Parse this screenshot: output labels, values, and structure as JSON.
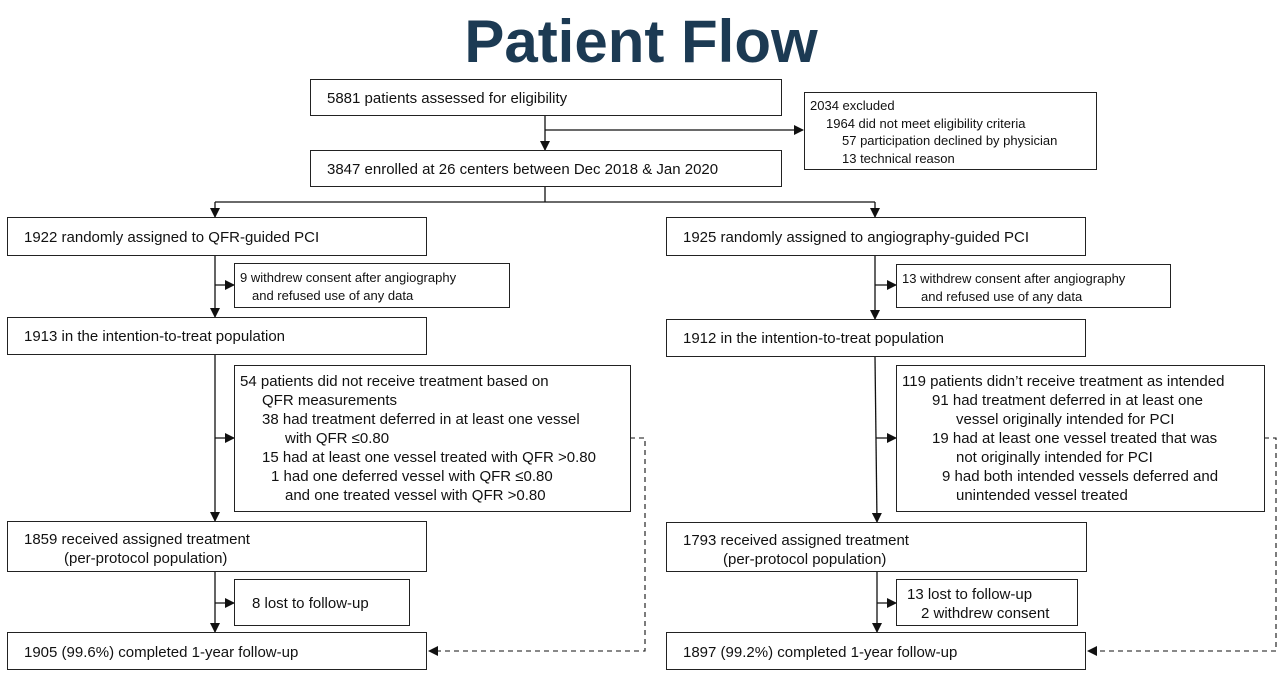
{
  "title": "Patient Flow",
  "colors": {
    "title": "#1c3a53",
    "stroke": "#222222"
  },
  "top": {
    "assessed": "5881 patients assessed for eligibility",
    "excluded": [
      "2034 excluded",
      "1964 did not meet eligibility criteria",
      "57 participation declined by physician",
      "13 technical reason"
    ],
    "enrolled": "3847 enrolled at 26 centers between Dec 2018 & Jan 2020"
  },
  "left": {
    "assigned": "1922 randomly assigned to QFR-guided PCI",
    "withdrew": [
      "9 withdrew consent after angiography",
      "and refused use of any data"
    ],
    "itt": "1913 in the intention-to-treat population",
    "not_received": [
      "54 patients did not receive treatment based on",
      "QFR measurements",
      "38 had treatment deferred in at least one vessel",
      "with QFR ≤0.80",
      "15 had at least one vessel treated with QFR >0.80",
      "1 had one deferred vessel with QFR ≤0.80",
      "and one treated vessel with QFR >0.80"
    ],
    "per_protocol": [
      "1859 received assigned treatment",
      "(per-protocol population)"
    ],
    "lost": [
      "8 lost to follow-up"
    ],
    "completed": "1905 (99.6%) completed 1-year follow-up"
  },
  "right": {
    "assigned": "1925 randomly assigned to angiography-guided PCI",
    "withdrew": [
      "13 withdrew consent after angiography",
      "and refused use of any data"
    ],
    "itt": "1912 in the intention-to-treat population",
    "not_received": [
      "119 patients didn’t receive treatment as intended",
      "91 had treatment deferred in at least one",
      "vessel originally intended for PCI",
      "19 had at least one vessel treated that was",
      "not originally intended for PCI",
      "9 had both intended vessels deferred and",
      "unintended vessel treated"
    ],
    "per_protocol": [
      "1793 received assigned treatment",
      "(per-protocol population)"
    ],
    "lost": [
      "13 lost to follow-up",
      "2 withdrew consent"
    ],
    "completed": "1897 (99.2%) completed 1-year follow-up"
  }
}
